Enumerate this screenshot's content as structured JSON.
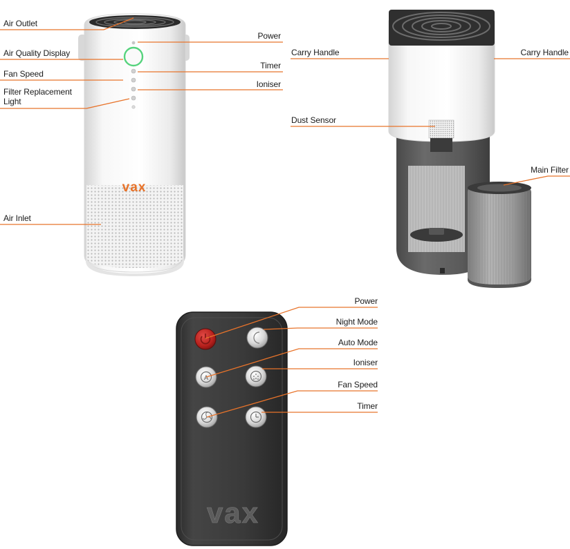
{
  "brand": {
    "logo_text": "vax",
    "accent_color": "#e8732a",
    "leader_color": "#e8732a"
  },
  "purifier_front": {
    "labels": {
      "air_outlet": "Air Outlet",
      "power": "Power",
      "air_quality_display": "Air Quality Display",
      "timer": "Timer",
      "fan_speed": "Fan Speed",
      "ioniser": "Ioniser",
      "filter_replacement_light": "Filter Replacement Light",
      "air_inlet": "Air Inlet"
    }
  },
  "purifier_open": {
    "labels": {
      "carry_handle_left": "Carry Handle",
      "carry_handle_right": "Carry Handle",
      "dust_sensor": "Dust Sensor",
      "main_filter": "Main Filter"
    }
  },
  "remote": {
    "logo_text": "vax",
    "labels": {
      "power": "Power",
      "night_mode": "Night Mode",
      "auto_mode": "Auto Mode",
      "ioniser": "Ioniser",
      "fan_speed": "Fan Speed",
      "timer": "Timer"
    },
    "buttons": [
      {
        "icon": "power-icon"
      },
      {
        "icon": "moon-icon"
      },
      {
        "icon": "auto-mode-icon"
      },
      {
        "icon": "ioniser-icon"
      },
      {
        "icon": "fan-icon"
      },
      {
        "icon": "timer-icon"
      }
    ]
  }
}
